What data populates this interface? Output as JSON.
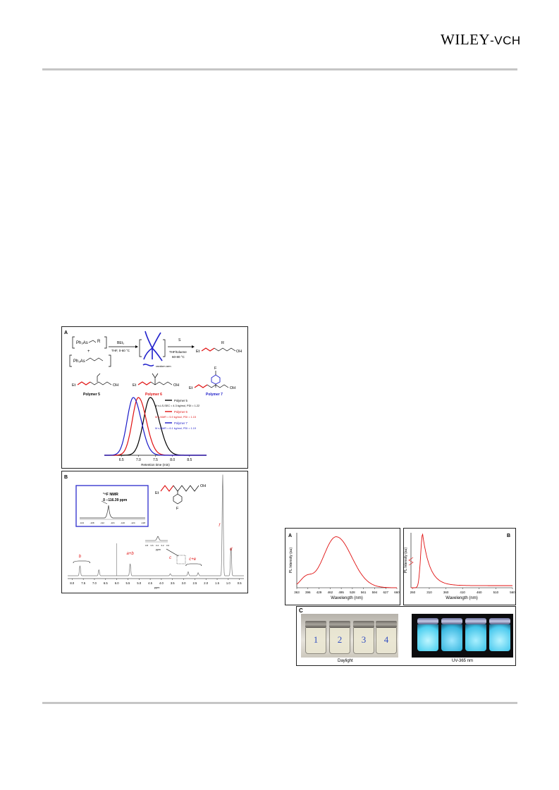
{
  "header": {
    "logo_main": "WILEY",
    "logo_sub": "-VCH"
  },
  "fig_left": {
    "panel_a": {
      "label": "A",
      "reagent1": "Ph₃As",
      "reagent1_group": "R",
      "reagent2": "Ph₃As",
      "reaction1_top": "BEt₃",
      "reaction1_bottom": "THF, 0-60 °C",
      "reaction2_top": "S",
      "reaction2_bottom": "THF/toluene",
      "reaction2_temp": "60-80 °C",
      "legend_random_arm": "random arm",
      "product_group": "R",
      "product_end": "OH",
      "polymer5": "Polymer 5",
      "polymer6": "Polymer 6",
      "polymer7": "Polymer 7",
      "fluoro": "F",
      "et": "Et",
      "oh": "OH",
      "chart_data": {
        "type": "line",
        "xlabel": "Retention time (min)",
        "ylabel": "",
        "x_ticks": [
          "6.5",
          "7.0",
          "7.5",
          "8.0",
          "8.5"
        ],
        "xlim": [
          6.0,
          9.0
        ],
        "series": [
          {
            "name": "Polymer 5",
            "color": "#000000",
            "peak": 7.35,
            "width": 0.2,
            "note": "M n,LS-SEC = 4.3 kg/mol, PDI = 1.22"
          },
          {
            "name": "Polymer 6",
            "color": "#e01010",
            "peak": 7.0,
            "width": 0.18,
            "note": "M n,NMR = 5.9 kg/mol, PDI = 1.15"
          },
          {
            "name": "Polymer 7",
            "color": "#1a1ac8",
            "peak": 6.85,
            "width": 0.18,
            "note": "M n,NMR = 6.1 kg/mol, PDI = 1.19"
          }
        ]
      }
    },
    "panel_b": {
      "label": "B",
      "inset_title": "¹⁹F NMR",
      "inset_value": "δ −116.39 ppm",
      "inset_ticks": [
        "-104",
        "-108",
        "-112",
        "-116",
        "-120",
        "-124",
        "-128"
      ],
      "zoom_ticks": [
        "3.8",
        "3.6",
        "3.4",
        "3.2",
        "3.0"
      ],
      "zoom_label": "ppm",
      "peak_labels": [
        "b",
        "a+b",
        "c",
        "c+e",
        "f",
        "d"
      ],
      "structure_end": "OH",
      "structure_et": "Et",
      "structure_f": "F",
      "chart_data": {
        "type": "line",
        "xlabel": "ppm",
        "ylabel": "",
        "x_ticks": [
          "8.0",
          "7.5",
          "7.0",
          "6.5",
          "6.0",
          "5.5",
          "5.0",
          "4.5",
          "4.0",
          "3.5",
          "3.0",
          "2.5",
          "2.0",
          "1.5",
          "1.0",
          "0.5"
        ],
        "xlim": [
          8.2,
          0.3
        ],
        "series": [
          {
            "name": "",
            "color": "#777777",
            "peaks": [
              [
                7.65,
                10
              ],
              [
                6.8,
                6
              ],
              [
                5.4,
                12
              ],
              [
                3.6,
                2
              ],
              [
                2.8,
                4
              ],
              [
                2.35,
                3
              ],
              [
                1.25,
                100
              ],
              [
                0.88,
                28
              ]
            ]
          }
        ]
      }
    }
  },
  "fig_right": {
    "panel_a": {
      "label": "A",
      "chart_data": {
        "type": "line",
        "xlabel": "Wavelength (nm)",
        "ylabel": "PL Intensity (au)",
        "x_ticks": [
          "363",
          "396",
          "429",
          "462",
          "495",
          "528",
          "561",
          "594",
          "627",
          "660"
        ],
        "xlim": [
          363,
          660
        ],
        "series": [
          {
            "name": "",
            "color": "#e01010",
            "peak": 480,
            "shoulder": 390
          }
        ]
      }
    },
    "panel_b": {
      "label": "B",
      "chart_data": {
        "type": "line",
        "xlabel": "Wavelength (nm)",
        "ylabel": "PL Intensity (au)",
        "x_ticks": [
          "260",
          "310",
          "360",
          "410",
          "460",
          "510",
          "560"
        ],
        "xlim": [
          255,
          560
        ],
        "series": [
          {
            "name": "",
            "color": "#e01010",
            "peak": 290
          }
        ]
      }
    },
    "panel_c": {
      "label": "C",
      "vial_numbers": [
        "1",
        "2",
        "3",
        "4"
      ],
      "daylight_label": "Daylight",
      "uv_label": "UV-365 nm"
    }
  }
}
